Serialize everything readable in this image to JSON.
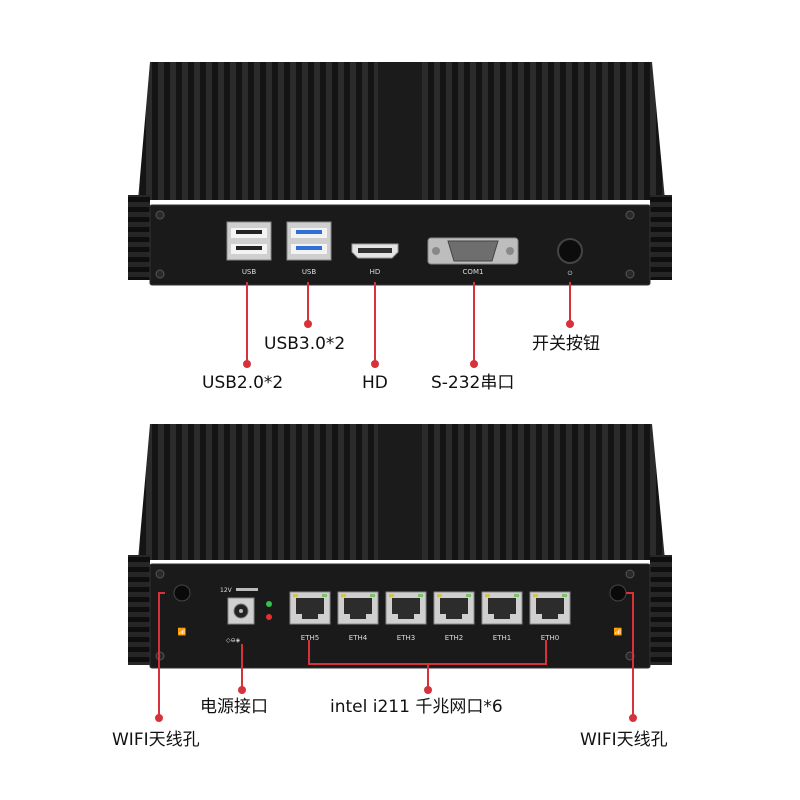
{
  "top_panel": {
    "ports": {
      "usb_a": "USB",
      "usb_b": "USB",
      "hd": "HD",
      "com": "COM1"
    },
    "callouts": {
      "usb2": "USB2.0*2",
      "usb3": "USB3.0*2",
      "hd": "HD",
      "serial": "S-232串口",
      "power_button": "开关按钮"
    }
  },
  "bottom_panel": {
    "power_rating": "12V",
    "eth_ports": [
      "ETH5",
      "ETH4",
      "ETH3",
      "ETH2",
      "ETH1",
      "ETH0"
    ],
    "callouts": {
      "power_port": "电源接口",
      "lan": "intel i211 千兆网口*6",
      "wifi_left": "WIFI天线孔",
      "wifi_right": "WIFI天线孔"
    }
  },
  "colors": {
    "callout_red": "#d6323a",
    "chassis": "#1a1a1a",
    "usb3_blue": "#2f6fd6"
  }
}
